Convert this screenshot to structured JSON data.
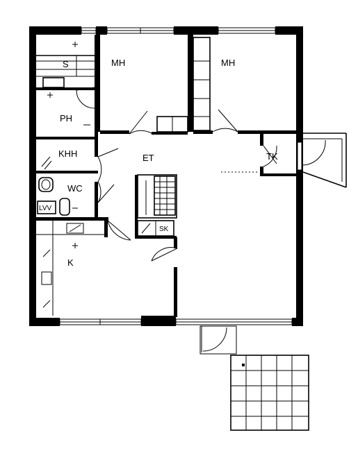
{
  "rooms": {
    "s": "S",
    "mh_left": "MH",
    "mh_right": "MH",
    "ph": "PH",
    "khh": "KHH",
    "et": "ET",
    "tk": "TK",
    "wc": "WC",
    "lvv": "LVV",
    "sk": "SK",
    "k": "K"
  },
  "colors": {
    "wall": "#000000",
    "background": "#ffffff"
  }
}
